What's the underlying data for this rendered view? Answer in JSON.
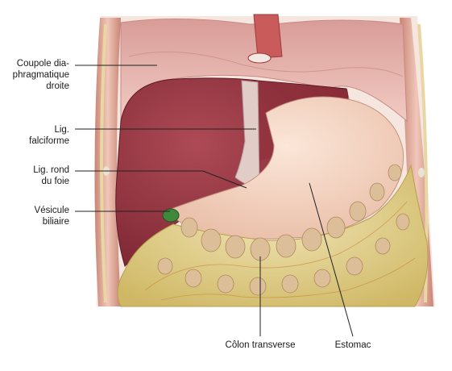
{
  "labels": {
    "coupole": "Coupole dia-\nphragmatique\ndroite",
    "falciforme": "Lig.\nfalciforme",
    "rond": "Lig. rond\ndu foie",
    "vesicule": "Vésicule\nbiliaire",
    "colon": "Côlon transverse",
    "estomac": "Estomac"
  },
  "colors": {
    "liver": "#8e2f3b",
    "liver_light": "#a9434f",
    "diaphragm": "#e9b9b4",
    "stomach": "#f1d3c1",
    "omentum": "#e2cf6b",
    "fat_lobule": "#d9b89a",
    "body_wall": "#d99a8a",
    "gallbladder": "#3e8a3a",
    "leader_line": "#222222"
  }
}
